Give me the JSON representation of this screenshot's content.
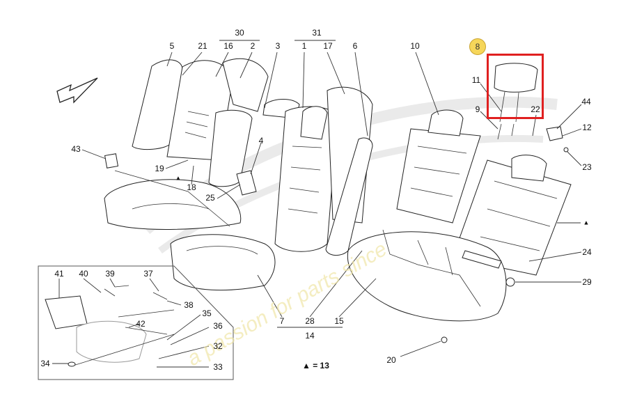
{
  "diagram": {
    "watermark_text": "a passion for parts since",
    "highlighted_part": "8",
    "legend_note": "▲ = 13",
    "callouts": [
      {
        "id": "c5",
        "label": "5"
      },
      {
        "id": "c21",
        "label": "21"
      },
      {
        "id": "c30",
        "label": "30"
      },
      {
        "id": "c16",
        "label": "16"
      },
      {
        "id": "c2",
        "label": "2"
      },
      {
        "id": "c3",
        "label": "3"
      },
      {
        "id": "c31",
        "label": "31"
      },
      {
        "id": "c1",
        "label": "1"
      },
      {
        "id": "c17",
        "label": "17"
      },
      {
        "id": "c6",
        "label": "6"
      },
      {
        "id": "c10",
        "label": "10"
      },
      {
        "id": "c11",
        "label": "11"
      },
      {
        "id": "c9",
        "label": "9"
      },
      {
        "id": "c22",
        "label": "22"
      },
      {
        "id": "c44",
        "label": "44"
      },
      {
        "id": "c12",
        "label": "12"
      },
      {
        "id": "c23",
        "label": "23"
      },
      {
        "id": "c43",
        "label": "43"
      },
      {
        "id": "c4",
        "label": "4"
      },
      {
        "id": "c19",
        "label": "19"
      },
      {
        "id": "c18",
        "label": "18"
      },
      {
        "id": "c25",
        "label": "25"
      },
      {
        "id": "c24",
        "label": "24"
      },
      {
        "id": "c29",
        "label": "29"
      },
      {
        "id": "c41",
        "label": "41"
      },
      {
        "id": "c40",
        "label": "40"
      },
      {
        "id": "c39",
        "label": "39"
      },
      {
        "id": "c37",
        "label": "37"
      },
      {
        "id": "c38",
        "label": "38"
      },
      {
        "id": "c35",
        "label": "35"
      },
      {
        "id": "c42",
        "label": "42"
      },
      {
        "id": "c36",
        "label": "36"
      },
      {
        "id": "c32",
        "label": "32"
      },
      {
        "id": "c33",
        "label": "33"
      },
      {
        "id": "c34",
        "label": "34"
      },
      {
        "id": "c7",
        "label": "7"
      },
      {
        "id": "c28",
        "label": "28"
      },
      {
        "id": "c15",
        "label": "15"
      },
      {
        "id": "c14",
        "label": "14"
      },
      {
        "id": "c20",
        "label": "20"
      },
      {
        "id": "c8",
        "label": "8"
      }
    ]
  }
}
